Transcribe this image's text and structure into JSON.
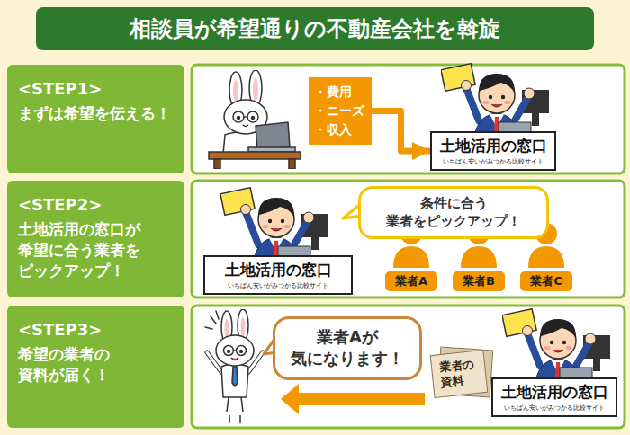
{
  "diagram": {
    "title": "相談員が希望通りの不動産会社を斡旋",
    "nodes": [
      {
        "text": [
          "<STEP1>",
          "まずは希望を伝える！"
        ]
      },
      {
        "text": [
          "・費用 ・ニーズ ・収入"
        ]
      },
      {
        "text": [
          "土地活用の窓口",
          "いちばん安いがみつかる比較サイト"
        ]
      },
      {
        "text": [
          "<STEP2>",
          "土地活用の窓口が 希望に合う業者を ピックアップ！"
        ]
      },
      {
        "text": [
          "条件に合う 業者をピックアップ！"
        ]
      },
      {
        "text": [
          "土地活用の窓口",
          "いちばん安いがみつかる比較サイト"
        ]
      },
      {
        "text": [
          "業者A"
        ]
      },
      {
        "text": [
          "業者B"
        ]
      },
      {
        "text": [
          "業者C"
        ]
      },
      {
        "text": [
          "<STEP3>",
          "希望の業者の 資料が届く！"
        ]
      },
      {
        "text": [
          "業者Aが 気になります！"
        ]
      },
      {
        "text": [
          "業者の 資料"
        ]
      },
      {
        "text": [
          "土地活用の窓口",
          "いちばん安いがみつかる比較サイト"
        ]
      }
    ],
    "edges": [
      {
        "from": 1,
        "to": 2,
        "arrow": "to"
      }
    ]
  }
}
